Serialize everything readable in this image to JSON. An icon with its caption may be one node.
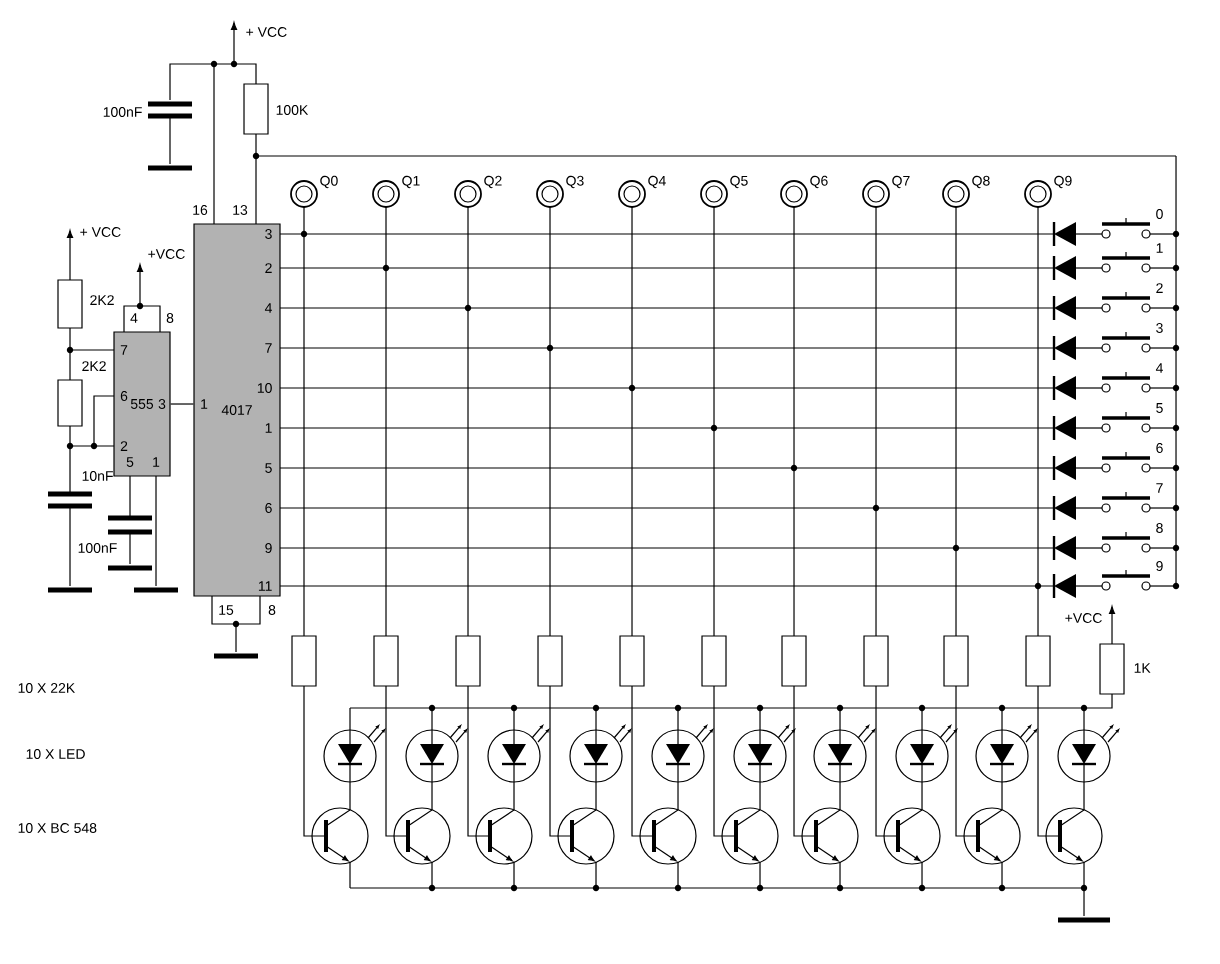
{
  "diagram": {
    "nodes": [
      {
        "text": [
          "555"
        ]
      },
      {
        "text": [
          "4017"
        ]
      }
    ],
    "edges": [
      {
        "from": 0,
        "to": 1,
        "arrow": "none"
      }
    ],
    "labels": [
      "+ VCC",
      "100nF",
      "100K",
      "Q0",
      "Q1",
      "Q2",
      "Q3",
      "Q4",
      "Q5",
      "Q6",
      "Q7",
      "Q8",
      "Q9",
      "16",
      "13",
      "+ VCC",
      "+VCC",
      "2K2",
      "4",
      "8",
      "7",
      "2K2",
      "6",
      "3",
      "1",
      "2",
      "5",
      "1",
      "10nF",
      "100nF",
      "3",
      "2",
      "4",
      "7",
      "10",
      "1",
      "5",
      "6",
      "9",
      "11",
      "0",
      "1",
      "2",
      "3",
      "4",
      "5",
      "6",
      "7",
      "8",
      "9",
      "15",
      "8",
      "10 X 22K",
      "+VCC",
      "1K",
      "10 X LED",
      "10 X BC 548"
    ]
  }
}
